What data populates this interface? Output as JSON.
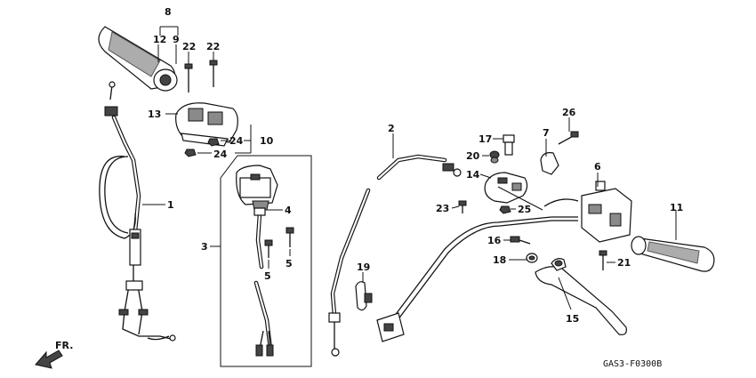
{
  "callouts": [
    {
      "id": "1",
      "text": "1"
    },
    {
      "id": "2",
      "text": "2"
    },
    {
      "id": "3",
      "text": "3"
    },
    {
      "id": "4",
      "text": "4"
    },
    {
      "id": "5a",
      "text": "5"
    },
    {
      "id": "5b",
      "text": "5"
    },
    {
      "id": "6",
      "text": "6"
    },
    {
      "id": "7",
      "text": "7"
    },
    {
      "id": "8",
      "text": "8"
    },
    {
      "id": "9",
      "text": "9"
    },
    {
      "id": "10",
      "text": "10"
    },
    {
      "id": "11",
      "text": "11"
    },
    {
      "id": "12",
      "text": "12"
    },
    {
      "id": "13",
      "text": "13"
    },
    {
      "id": "14",
      "text": "14"
    },
    {
      "id": "15",
      "text": "15"
    },
    {
      "id": "16",
      "text": "16"
    },
    {
      "id": "17",
      "text": "17"
    },
    {
      "id": "18",
      "text": "18"
    },
    {
      "id": "19",
      "text": "19"
    },
    {
      "id": "20",
      "text": "20"
    },
    {
      "id": "21",
      "text": "21"
    },
    {
      "id": "22a",
      "text": "22"
    },
    {
      "id": "22b",
      "text": "22"
    },
    {
      "id": "23",
      "text": "23"
    },
    {
      "id": "24a",
      "text": "24"
    },
    {
      "id": "24b",
      "text": "24"
    },
    {
      "id": "25",
      "text": "25"
    },
    {
      "id": "26",
      "text": "26"
    }
  ],
  "direction_label": "FR.",
  "diagram_code": "GAS3-F0300B"
}
